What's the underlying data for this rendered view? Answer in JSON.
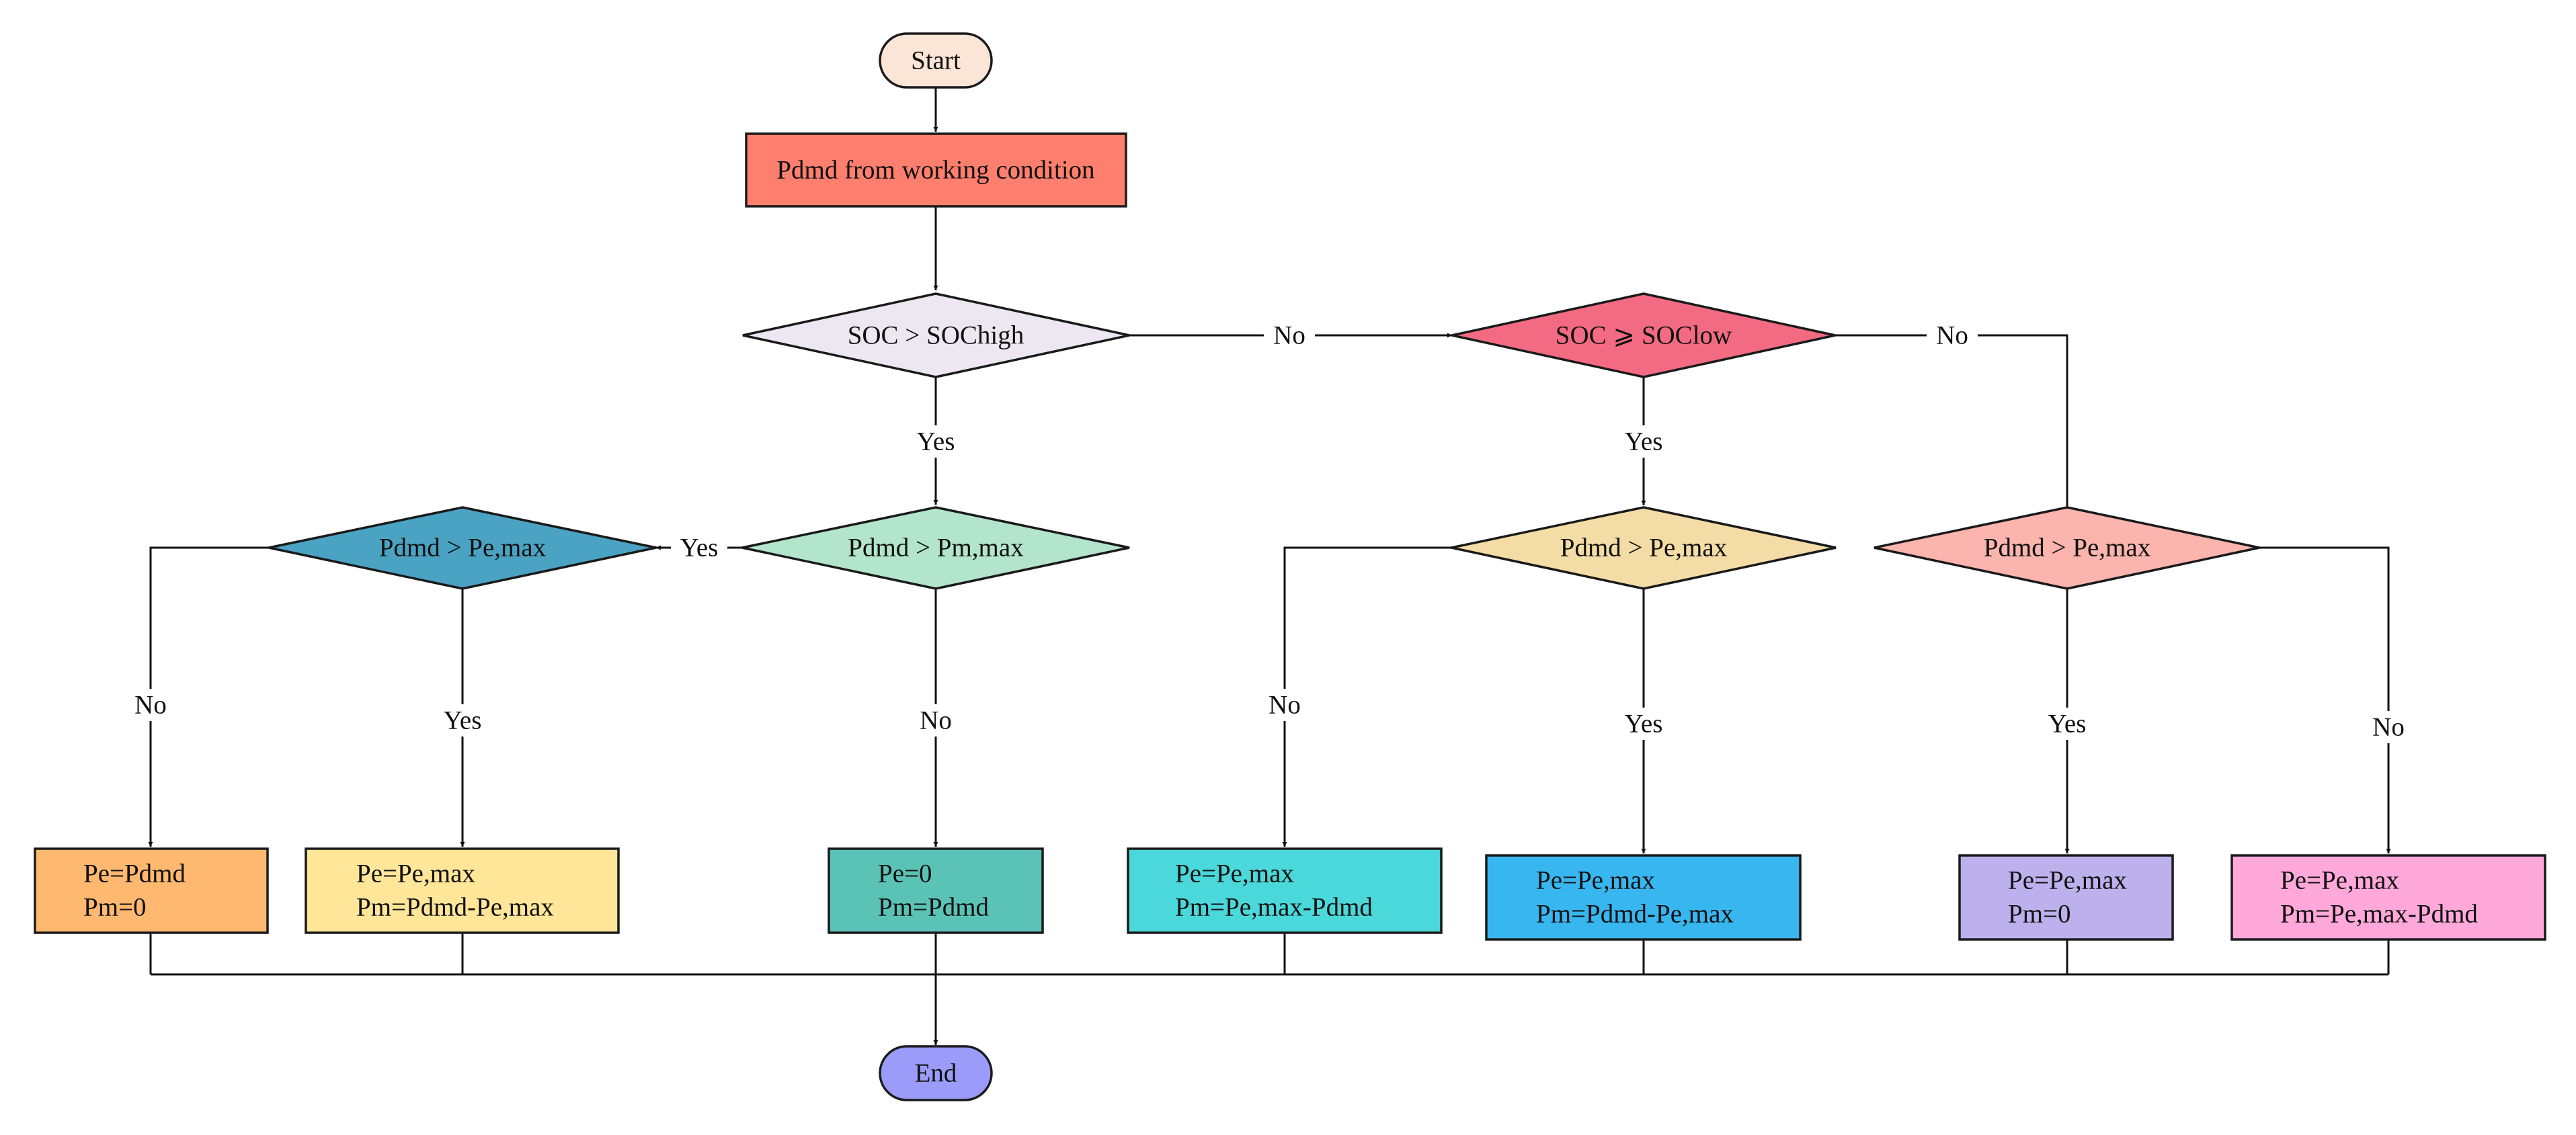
{
  "nodes": {
    "start": {
      "text": "Start",
      "fill": "#FBE5D6"
    },
    "demand": {
      "text": "Pdmd from working condition",
      "fill": "#FF7F6E"
    },
    "soc_high": {
      "text": "SOC > SOChigh",
      "fill": "#EDE7F1"
    },
    "soc_low": {
      "text": "SOC ⩾ SOClow",
      "fill": "#F36B82"
    },
    "pm_max": {
      "text": "Pdmd > Pm,max",
      "fill": "#B2E5CB"
    },
    "pe_max_a": {
      "text": "Pdmd > Pe,max",
      "fill": "#4BA3C3"
    },
    "pe_max_b": {
      "text": "Pdmd > Pe,max",
      "fill": "#F3DCA6"
    },
    "pe_max_c": {
      "text": "Pdmd > Pe,max",
      "fill": "#FBB4AE"
    },
    "out1": {
      "line1": "Pe=Pdmd",
      "line2": "Pm=0",
      "fill": "#FFB870"
    },
    "out2": {
      "line1": "Pe=Pe,max",
      "line2": "Pm=Pdmd-Pe,max",
      "fill": "#FFE699"
    },
    "out3": {
      "line1": "Pe=0",
      "line2": "Pm=Pdmd",
      "fill": "#5BC2B6"
    },
    "out4": {
      "line1": "Pe=Pe,max",
      "line2": "Pm=Pe,max-Pdmd",
      "fill": "#4AD8DA"
    },
    "out5": {
      "line1": "Pe=Pe,max",
      "line2": "Pm=Pdmd-Pe,max",
      "fill": "#38B6F0"
    },
    "out6": {
      "line1": "Pe=Pe,max",
      "line2": "Pm=0",
      "fill": "#BCB1EC"
    },
    "out7": {
      "line1": "Pe=Pe,max",
      "line2": "Pm=Pe,max-Pdmd",
      "fill": "#FFA8D9"
    },
    "end": {
      "text": "End",
      "fill": "#9B9BFA"
    }
  },
  "edges": {
    "soc_high_no": "No",
    "soc_high_yes": "Yes",
    "soc_low_yes": "Yes",
    "soc_low_no": "No",
    "pm_max_yes": "Yes",
    "pm_max_no": "No",
    "pe_max_a_no": "No",
    "pe_max_a_yes": "Yes",
    "pe_max_b_no": "No",
    "pe_max_b_yes": "Yes",
    "pe_max_c_yes": "Yes",
    "pe_max_c_no": "No"
  }
}
